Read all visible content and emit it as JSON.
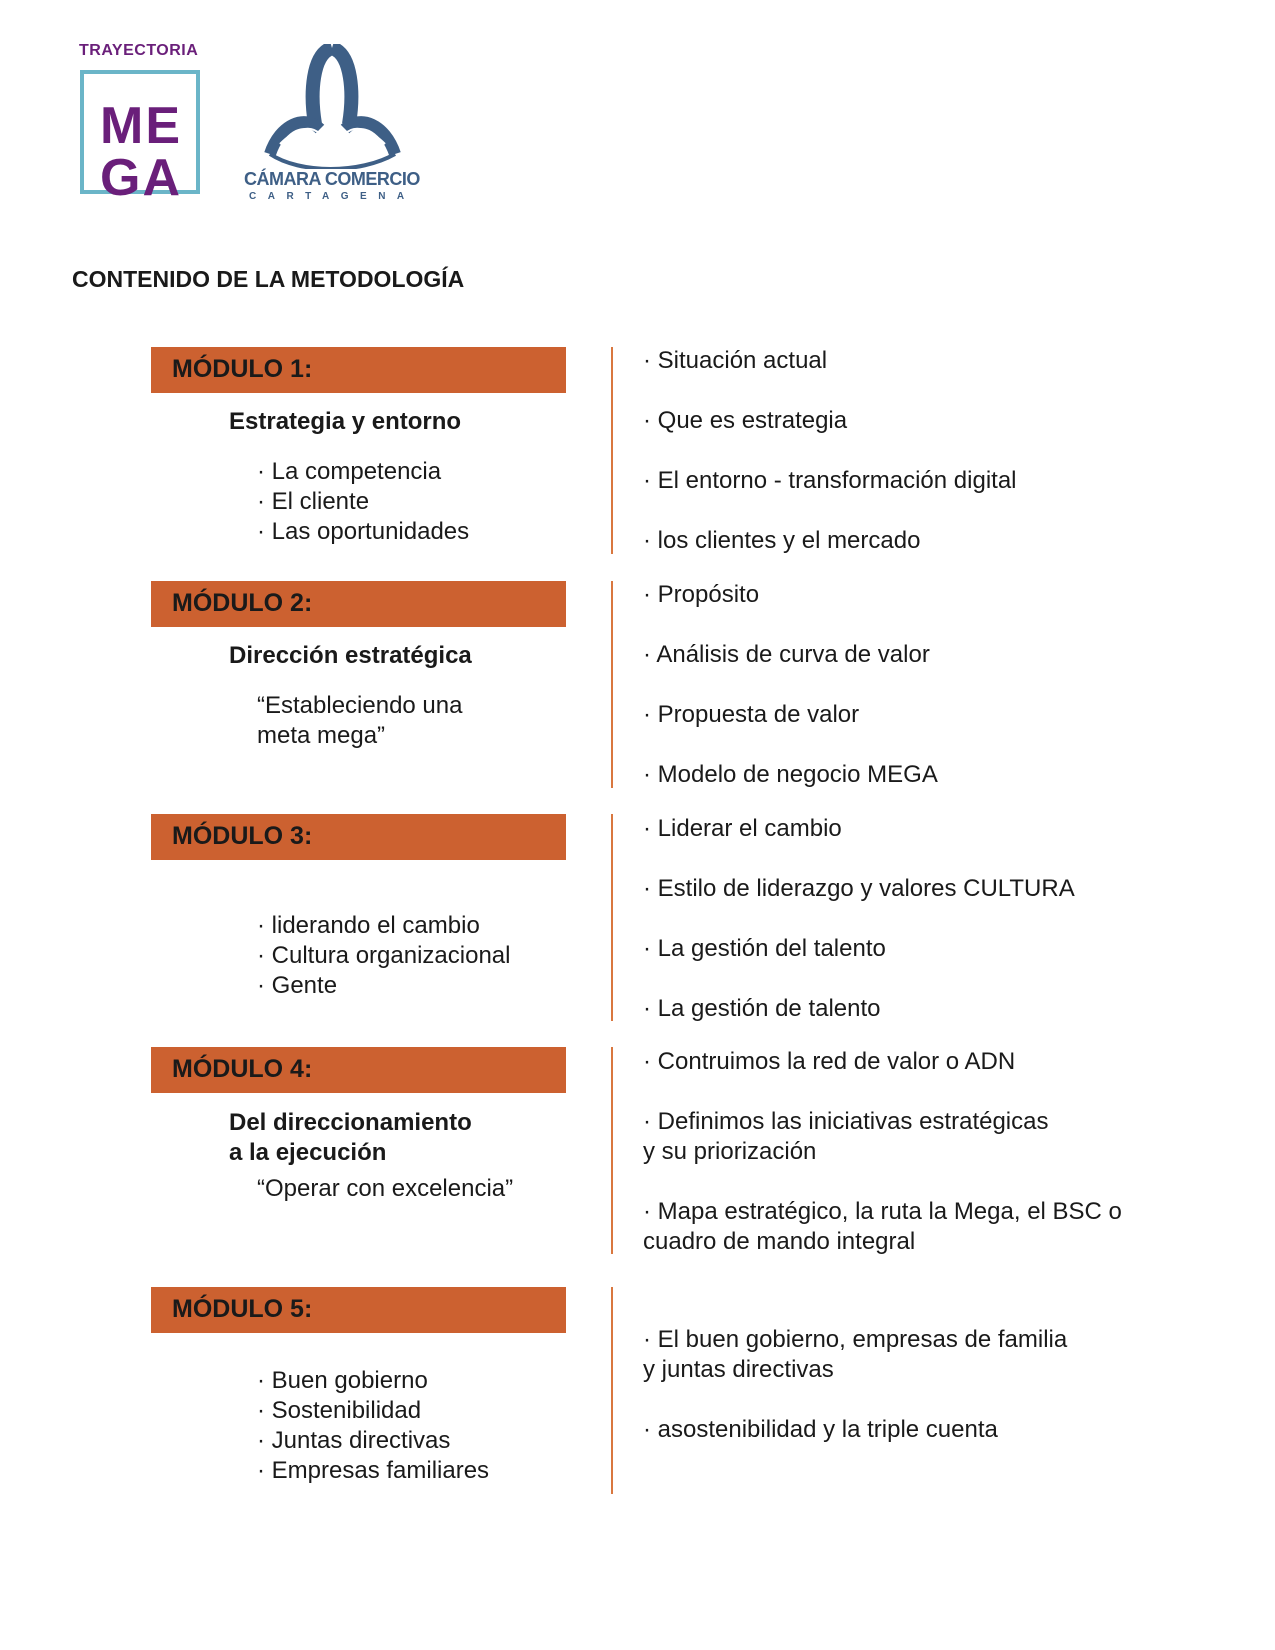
{
  "logos": {
    "mega_top": "TRAYECTORIA",
    "mega_line1": "MEGA",
    "mega_word": "ME",
    "mega_word2": "GA",
    "camara": "CÁMARA COMERCIO",
    "cartagena": "CARTAGENA"
  },
  "title": "CONTENIDO DE LA METODOLOGÍA",
  "accent": "#CC6130",
  "modules": [
    {
      "label": "MÓDULO 1:",
      "subtitle": [
        "Estrategia y entorno"
      ],
      "details": [
        "· La competencia",
        "· El cliente",
        "· Las oportunidades"
      ],
      "topics": [
        "· Situación actual",
        "· Que es estrategia",
        "· El entorno - transformación digital",
        "· los clientes y el mercado"
      ]
    },
    {
      "label": "MÓDULO 2:",
      "subtitle": [
        "Dirección estratégica"
      ],
      "details": [
        "“Estableciendo una",
        "meta mega”"
      ],
      "topics": [
        "· Propósito",
        "· Análisis de curva de valor",
        "· Propuesta de valor",
        "· Modelo de negocio MEGA"
      ]
    },
    {
      "label": "MÓDULO 3:",
      "subtitle": [],
      "details": [
        "· liderando el cambio",
        "· Cultura organizacional",
        "· Gente"
      ],
      "topics": [
        "· Liderar el cambio",
        "· Estilo de liderazgo y valores CULTURA",
        "· La gestión del talento",
        "· La gestión de talento"
      ]
    },
    {
      "label": "MÓDULO 4:",
      "subtitle": [
        "Del direccionamiento",
        "a la ejecución"
      ],
      "details": [
        "“Operar con excelencia”"
      ],
      "topics": [
        "· Contruimos la red de valor  o ADN",
        "· Definimos las iniciativas estratégicas",
        "y su priorización",
        "· Mapa estratégico, la ruta la Mega, el BSC o",
        "cuadro de mando integral"
      ]
    },
    {
      "label": "MÓDULO 5:",
      "subtitle": [],
      "details": [
        "· Buen gobierno",
        "· Sostenibilidad",
        "· Juntas directivas",
        "· Empresas familiares"
      ],
      "topics": [
        "· El buen gobierno, empresas de familia",
        "y juntas directivas",
        "· asostenibilidad y la triple cuenta"
      ]
    }
  ]
}
